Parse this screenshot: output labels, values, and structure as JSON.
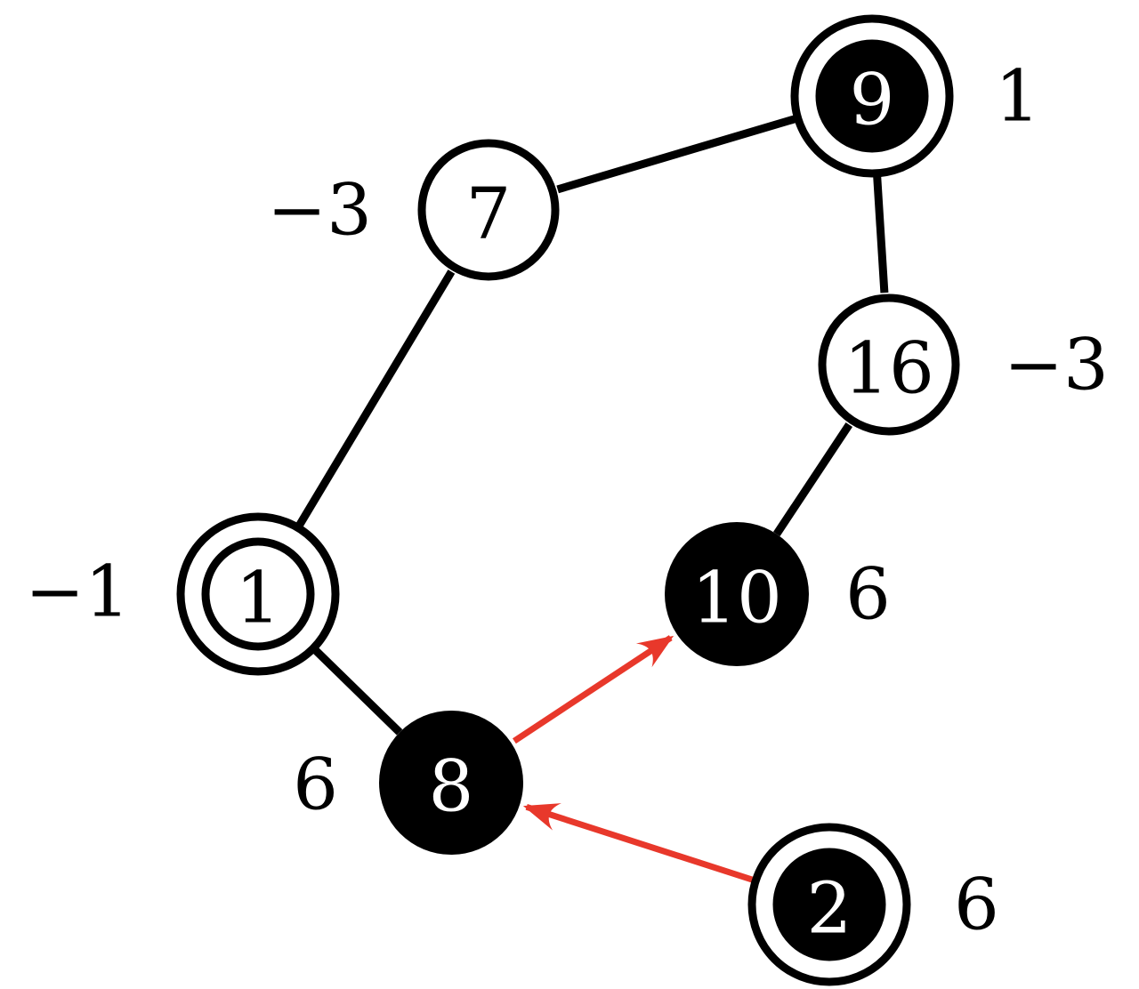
{
  "colors": {
    "edge": "#000000",
    "arrow": "#e8382b",
    "filled_node": "#000000",
    "open_node": "#ffffff"
  },
  "nodes": [
    {
      "id": "n9",
      "label": "9",
      "weight": "1",
      "style": "filled-ring"
    },
    {
      "id": "n7",
      "label": "7",
      "weight": "−3",
      "style": "open"
    },
    {
      "id": "n16",
      "label": "16",
      "weight": "−3",
      "style": "open"
    },
    {
      "id": "n1",
      "label": "1",
      "weight": "−1",
      "style": "open-ring"
    },
    {
      "id": "n10",
      "label": "10",
      "weight": "6",
      "style": "filled"
    },
    {
      "id": "n8",
      "label": "8",
      "weight": "6",
      "style": "filled"
    },
    {
      "id": "n2",
      "label": "2",
      "weight": "6",
      "style": "filled-ring"
    }
  ],
  "edges": [
    {
      "from": "n7",
      "to": "n9",
      "type": "line"
    },
    {
      "from": "n9",
      "to": "n16",
      "type": "line"
    },
    {
      "from": "n7",
      "to": "n1",
      "type": "line"
    },
    {
      "from": "n16",
      "to": "n10",
      "type": "line"
    },
    {
      "from": "n1",
      "to": "n8",
      "type": "line"
    },
    {
      "from": "n8",
      "to": "n10",
      "type": "arrow"
    },
    {
      "from": "n2",
      "to": "n8",
      "type": "arrow"
    }
  ]
}
